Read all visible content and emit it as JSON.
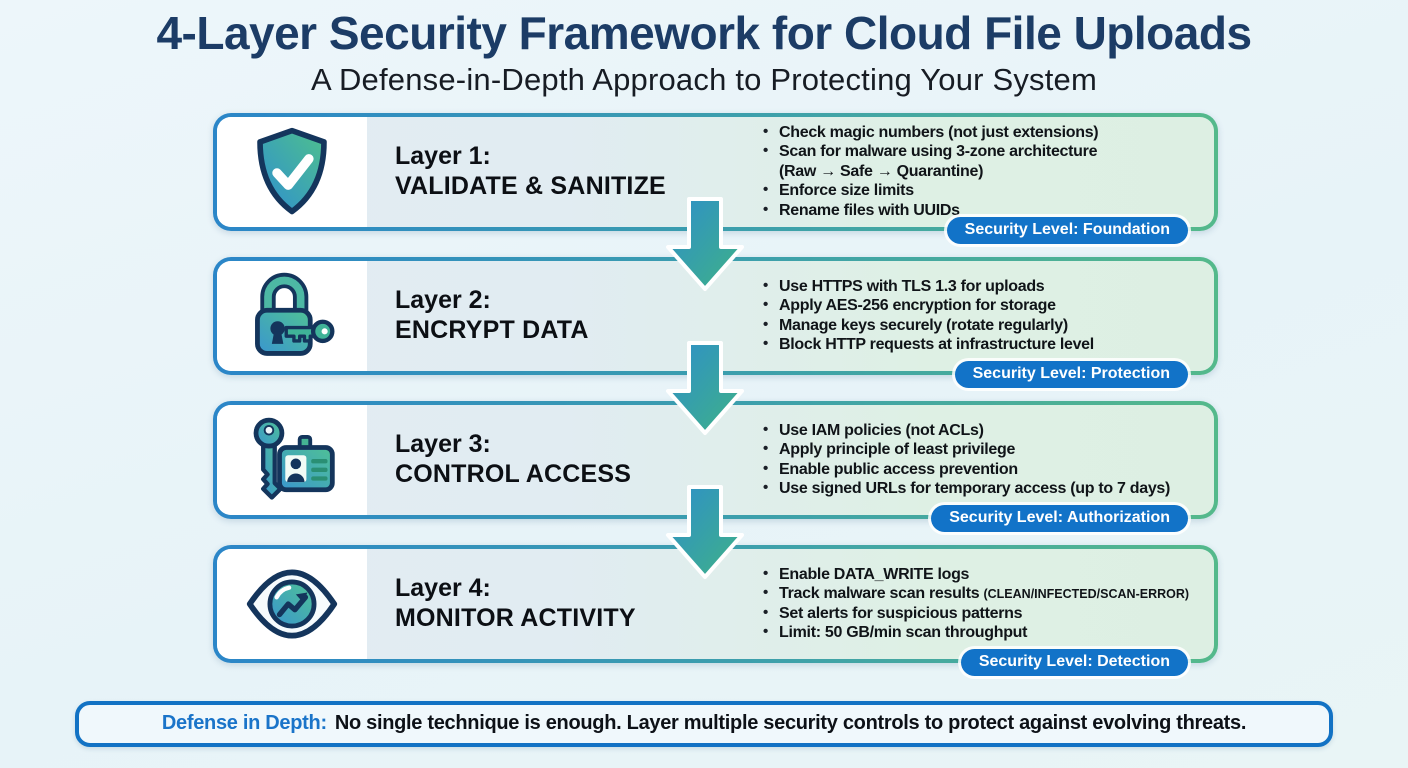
{
  "title": "4-Layer Security Framework for Cloud File Uploads",
  "subtitle": "A Defense-in-Depth Approach to Protecting Your System",
  "layers": [
    {
      "icon": "shield-check-icon",
      "label": "Layer 1:",
      "name": "VALIDATE & SANITIZE",
      "bullets": [
        "Check magic numbers (not just extensions)",
        "Scan for malware using 3-zone architecture\n(Raw → Safe → Quarantine)",
        "Enforce size limits",
        "Rename files with UUIDs"
      ],
      "badge": "Security Level: Foundation"
    },
    {
      "icon": "lock-key-icon",
      "label": "Layer 2:",
      "name": "ENCRYPT DATA",
      "bullets": [
        "Use HTTPS with TLS 1.3 for uploads",
        "Apply AES-256 encryption for storage",
        "Manage keys securely (rotate regularly)",
        "Block HTTP requests at infrastructure level"
      ],
      "badge": "Security Level: Protection"
    },
    {
      "icon": "key-id-card-icon",
      "label": "Layer 3:",
      "name": "CONTROL ACCESS",
      "bullets": [
        "Use IAM policies (not ACLs)",
        "Apply principle of least privilege",
        "Enable public access prevention",
        "Use signed URLs for temporary access (up to 7 days)"
      ],
      "badge": "Security Level: Authorization"
    },
    {
      "icon": "eye-monitor-icon",
      "label": "Layer 4:",
      "name": "MONITOR ACTIVITY",
      "bullets": [
        "Enable DATA_WRITE logs",
        {
          "text": "Track malware scan results ",
          "small": "(CLEAN/INFECTED/SCAN-ERROR)"
        },
        "Set alerts for suspicious patterns",
        "Limit: 50 GB/min scan throughput"
      ],
      "badge": "Security Level: Detection"
    }
  ],
  "footer": {
    "lead": "Defense in Depth:",
    "text": "No single technique is enough. Layer multiple security controls to protect against evolving threats."
  },
  "colors": {
    "title_navy": "#1c3c66",
    "badge_blue": "#1273c8",
    "border_blue": "#2b86c8",
    "border_green": "#54b98b",
    "icon_navy": "#14355c",
    "icon_gradient_blue": "#2f8fd0",
    "icon_gradient_green": "#4ec08d",
    "banner_accent": "#1a74c9",
    "page_background": "#eaf4f9"
  }
}
